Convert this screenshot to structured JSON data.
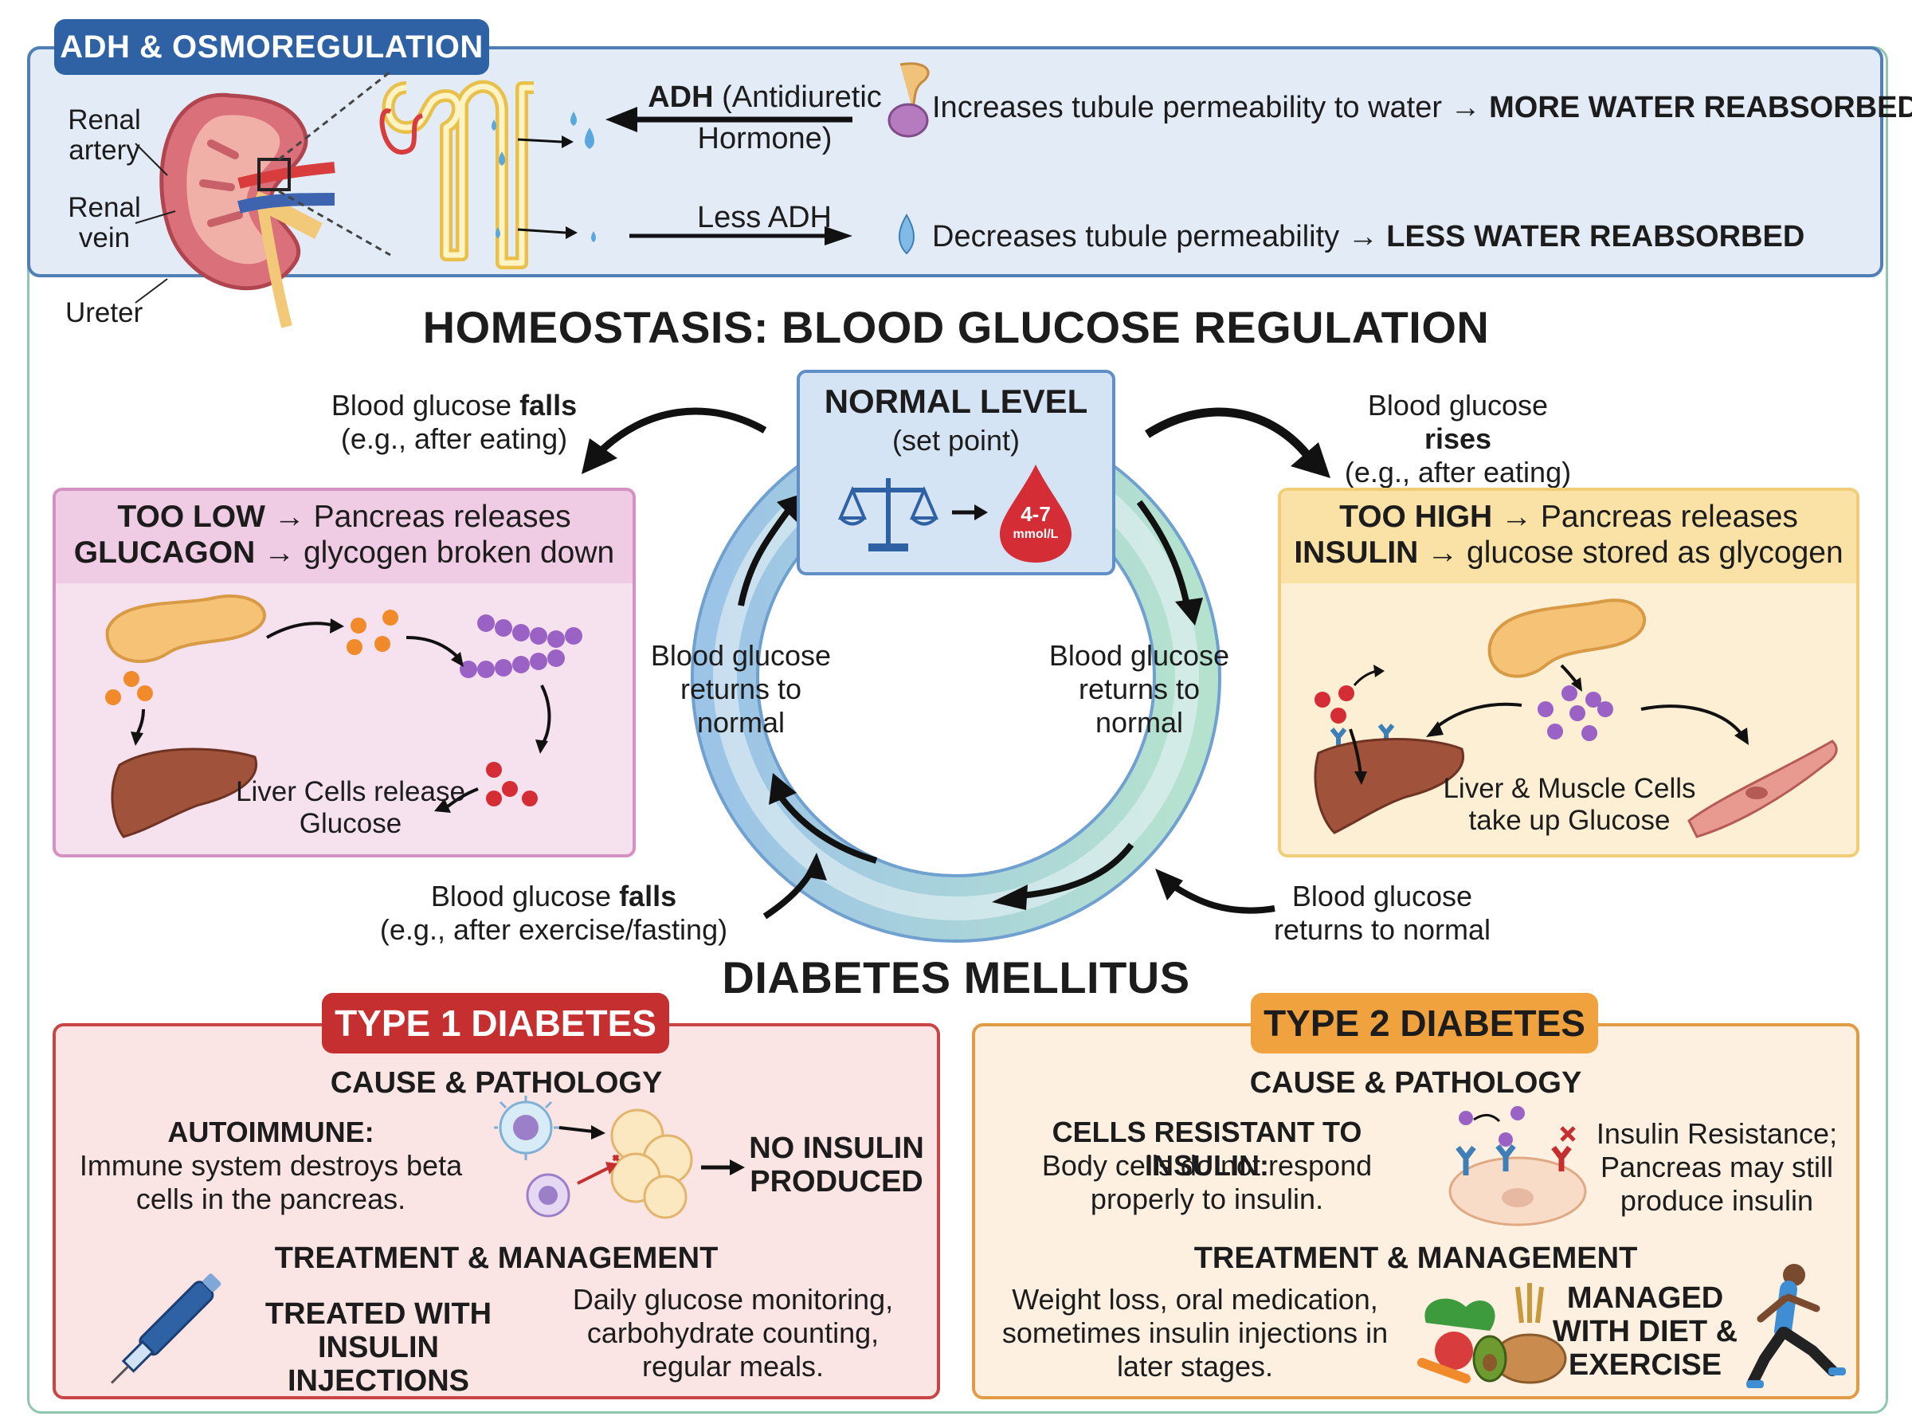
{
  "adh": {
    "title": "ADH & OSMOREGULATION",
    "kidney_labels": {
      "renal_artery": "Renal artery",
      "renal_vein": "Renal vein",
      "ureter": "Ureter"
    },
    "hormone_label": "ADH",
    "hormone_label_rest": "(Antidiuretic Hormone)",
    "more_line": "Increases tubule permeability to water →",
    "more_line_bold": "MORE WATER REABSORBED",
    "less_adh": "Less ADH",
    "less_line": "Decreases tubule permeability →",
    "less_line_bold": "LESS WATER REABSORBED"
  },
  "homeostasis": {
    "title": "HOMEOSTASIS: BLOOD GLUCOSE REGULATION",
    "normal": {
      "title": "NORMAL LEVEL",
      "subtitle": "(set point)",
      "drop_value": "4-7",
      "drop_unit": "mmol/L"
    },
    "falls_top": {
      "prefix": "Blood glucose",
      "bold": "falls",
      "note": "(e.g., after eating)"
    },
    "rises_top": {
      "prefix": "Blood glucose",
      "bold": "rises",
      "note": "(e.g., after eating)"
    },
    "low": {
      "line1_bold": "TOO LOW",
      "line1_rest": "→ Pancreas releases",
      "line2_bold": "GLUCAGON",
      "line2_rest": "→ glycogen broken down",
      "caption": "Liver Cells release Glucose"
    },
    "high": {
      "line1_bold": "TOO HIGH",
      "line1_rest": "→ Pancreas releases",
      "line2_bold": "INSULIN",
      "line2_rest": "→ glucose stored as glycogen",
      "caption": "Liver & Muscle Cells take up Glucose"
    },
    "returns_left": "Blood glucose returns to normal",
    "returns_right": "Blood glucose returns to normal",
    "falls_bottom": {
      "prefix": "Blood glucose",
      "bold": "falls",
      "note": "(e.g., after exercise/fasting)"
    },
    "returns_bottom": "Blood glucose returns to normal"
  },
  "diabetes": {
    "title": "DIABETES MELLITUS",
    "type1": {
      "tab": "TYPE 1 DIABETES",
      "cause_heading": "CAUSE & PATHOLOGY",
      "cause_bold": "AUTOIMMUNE:",
      "cause_text": "Immune system destroys beta cells in the pancreas.",
      "result": "NO INSULIN PRODUCED",
      "treat_heading": "TREATMENT & MANAGEMENT",
      "treat_bold": "TREATED WITH INSULIN INJECTIONS",
      "treat_text": "Daily glucose monitoring, carbohydrate counting, regular meals."
    },
    "type2": {
      "tab": "TYPE 2 DIABETES",
      "cause_heading": "CAUSE & PATHOLOGY",
      "cause_bold": "CELLS RESISTANT TO INSULIN:",
      "cause_text": "Body cells do not respond properly to insulin.",
      "result": "Insulin Resistance; Pancreas may still produce insulin",
      "treat_heading": "TREATMENT & MANAGEMENT",
      "treat_text": "Weight loss, oral medication, sometimes insulin injections in later stages.",
      "treat_bold": "MANAGED WITH DIET & EXERCISE"
    }
  },
  "colors": {
    "adh_blue": "#2f61a5",
    "type1_red": "#c52f2f",
    "type2_orange": "#f0a23f",
    "glucagon_pink": "#d392c2",
    "insulin_yellow": "#f1cd78"
  },
  "icons": [
    "kidney-icon",
    "nephron-icon",
    "pituitary-icon",
    "water-drop-icon",
    "balance-scale-icon",
    "blood-drop-icon",
    "pancreas-icon",
    "liver-icon",
    "muscle-icon",
    "insulin-syringe-pen-icon",
    "immune-cell-icon",
    "beta-cell-icon",
    "insulin-receptor-icon",
    "healthy-food-icon",
    "runner-icon"
  ]
}
